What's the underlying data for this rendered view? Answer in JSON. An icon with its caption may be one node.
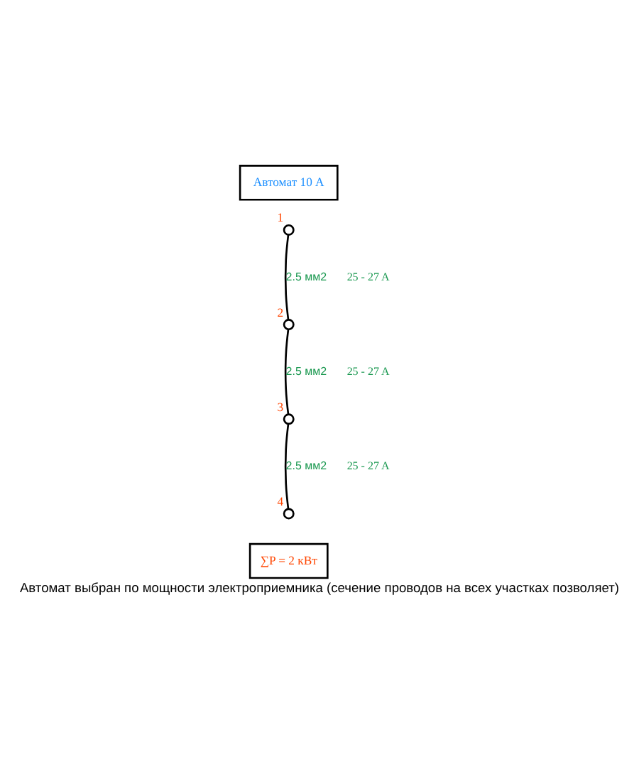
{
  "diagram": {
    "caption": "Автомат выбран по мощности электроприемника (сечение проводов на всех участках позволяет)",
    "nodes": [
      {
        "text": [
          "Автомат 10 А"
        ]
      },
      {
        "text": [],
        "shape": "circle",
        "beside": [
          "1"
        ]
      },
      {
        "text": [],
        "shape": "circle",
        "beside": [
          "2"
        ]
      },
      {
        "text": [],
        "shape": "circle",
        "beside": [
          "3"
        ]
      },
      {
        "text": [],
        "shape": "circle",
        "beside": [
          "4"
        ]
      },
      {
        "text": [
          "∑P = 2 кВт"
        ]
      }
    ],
    "edges": [
      {
        "from": 1,
        "to": 2,
        "arrow": "none",
        "label": "2.5 мм2"
      },
      {
        "from": 2,
        "to": 3,
        "arrow": "none",
        "label": "2.5 мм2"
      },
      {
        "from": 3,
        "to": 4,
        "arrow": "none",
        "label": "2.5 мм2"
      }
    ],
    "labels": [
      "25 - 27 A",
      "25 - 27 A",
      "25 - 27 A"
    ]
  }
}
